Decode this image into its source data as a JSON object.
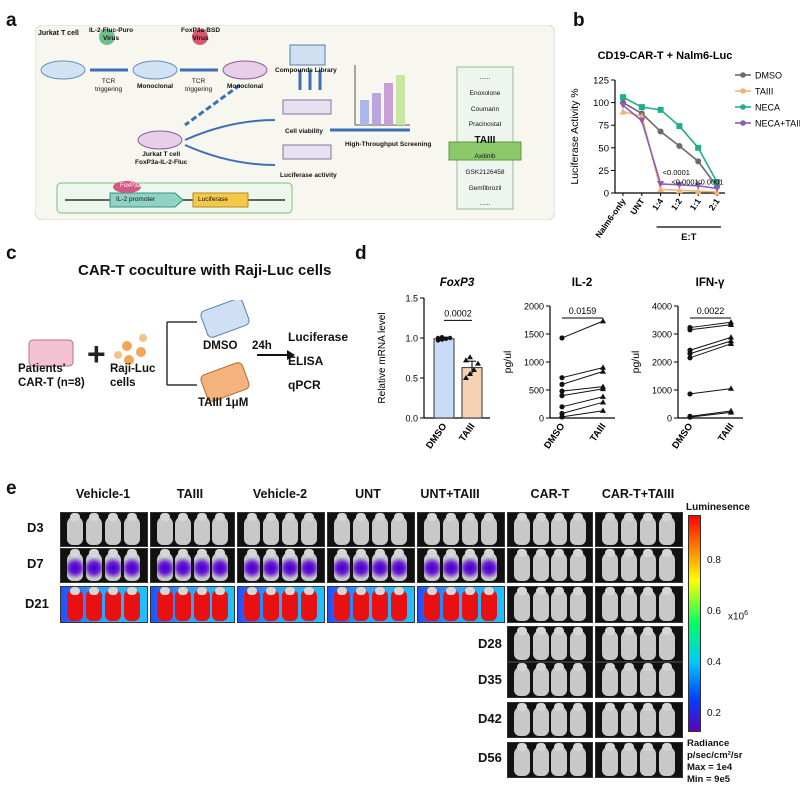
{
  "panel_labels": {
    "a": "a",
    "b": "b",
    "c": "c",
    "d": "d",
    "e": "e"
  },
  "panel_a": {
    "jurkat": "Jurkat T cell",
    "virus1": [
      "IL-2-Fluc-Puro",
      "Virus"
    ],
    "virus2": [
      "FoxP3a-BSD",
      "Virus"
    ],
    "tcr1": [
      "TCR",
      "triggering"
    ],
    "tcr2": [
      "TCR",
      "triggering"
    ],
    "monoclonal1": "Monoclonal",
    "monoclonal2": "Monoclonal",
    "library": "Compounds Library",
    "jurkat2": [
      "Jurkat T cell",
      "FoxP3a-IL-2-Fluc"
    ],
    "cell_viability": "Cell viability",
    "luciferase_activity": "Luciferase activity",
    "hts": "High-Throughput Screening",
    "foxp3a": "FoxP3a",
    "il2_promoter": "IL-2  promoter",
    "luciferase": "Luciferase",
    "compounds": [
      "......",
      "Enoxolone",
      "Coumarin",
      "Pracinostat",
      "TAIII",
      "Axitinib",
      "GSK2126458",
      "Gemfibrozil",
      "......"
    ]
  },
  "chart_data": [
    {
      "type": "line",
      "title": "CD19-CAR-T + Nalm6-Luc",
      "ylabel": "Luciferase Activity %",
      "xlabel": "E:T",
      "categories": [
        "Nalm6-only",
        "UNT",
        "1:4",
        "1:2",
        "1:1",
        "2:1"
      ],
      "ylim": [
        0,
        125
      ],
      "yticks": [
        0,
        25,
        50,
        75,
        100,
        125
      ],
      "legend_position": "right",
      "series": [
        {
          "name": "DMSO",
          "color": "#6b6b6b",
          "values": [
            100,
            88,
            68,
            52,
            35,
            7
          ]
        },
        {
          "name": "TAIII",
          "color": "#f3b27a",
          "values": [
            90,
            85,
            4,
            3,
            2,
            1
          ]
        },
        {
          "name": "NECA",
          "color": "#1fae8a",
          "values": [
            106,
            95,
            92,
            74,
            50,
            12
          ]
        },
        {
          "name": "NECA+TAIII",
          "color": "#8e5bb5",
          "values": [
            97,
            80,
            10,
            9,
            8,
            5
          ]
        }
      ],
      "annotations": [
        "<0.0001",
        "<0.0001",
        "<0.0001"
      ]
    },
    {
      "type": "bar",
      "title": "FoxP3",
      "ylabel": "Relative mRNA level",
      "categories": [
        "DMSO",
        "TAIII"
      ],
      "values": [
        0.99,
        0.63
      ],
      "errors": [
        0.02,
        0.08
      ],
      "points": [
        [
          0.97,
          0.98,
          0.99,
          1.0,
          1.0,
          1.01
        ],
        [
          0.5,
          0.55,
          0.6,
          0.68,
          0.72,
          0.76
        ]
      ],
      "colors": [
        "#c8dcf7",
        "#f6d2b5"
      ],
      "ylim": [
        0,
        1.5
      ],
      "yticks": [
        0.0,
        0.5,
        1.0,
        1.5
      ],
      "pvalue": "0.0002"
    },
    {
      "type": "line",
      "title": "IL-2",
      "ylabel": "pg/ul",
      "categories": [
        "DMSO",
        "TAIII"
      ],
      "ylim": [
        0,
        2000
      ],
      "yticks": [
        0,
        500,
        1000,
        1500,
        2000
      ],
      "pairs": [
        [
          1430,
          1730
        ],
        [
          720,
          900
        ],
        [
          600,
          830
        ],
        [
          480,
          560
        ],
        [
          400,
          520
        ],
        [
          200,
          380
        ],
        [
          80,
          280
        ],
        [
          20,
          130
        ]
      ],
      "pvalue": "0.0159"
    },
    {
      "type": "line",
      "title": "IFN-γ",
      "ylabel": "pg/ul",
      "categories": [
        "DMSO",
        "TAIII"
      ],
      "ylim": [
        0,
        4000
      ],
      "yticks": [
        0,
        1000,
        2000,
        3000,
        4000
      ],
      "pairs": [
        [
          3230,
          3420
        ],
        [
          3150,
          3330
        ],
        [
          2420,
          2880
        ],
        [
          2300,
          2750
        ],
        [
          2150,
          2650
        ],
        [
          860,
          1050
        ],
        [
          60,
          250
        ],
        [
          30,
          200
        ]
      ],
      "pvalue": "0.0022"
    }
  ],
  "panel_c": {
    "title": "CAR-T coculture with Raji-Luc cells",
    "patients": [
      "Patients'",
      "CAR-T (n=8)"
    ],
    "raji": [
      "Raji-Luc",
      "cells"
    ],
    "dmso": "DMSO",
    "taiii": "TAIII  1μM",
    "time": "24h",
    "assays": [
      "Luciferase",
      "ELISA",
      "qPCR"
    ]
  },
  "panel_e": {
    "groups": [
      "Vehicle-1",
      "TAIII",
      "Vehicle-2",
      "UNT",
      "UNT+TAIII",
      "CAR-T",
      "CAR-T+TAIII"
    ],
    "days": [
      "D3",
      "D7",
      "D21",
      "D28",
      "D35",
      "D42",
      "D56"
    ],
    "colorbar": {
      "title": "Luminesence",
      "ticks": [
        "0.8",
        "0.6",
        "0.4",
        "0.2"
      ],
      "unit": "x10",
      "unit_exp": "6"
    },
    "radiance": [
      "Radiance",
      "p/sec/cm²/sr",
      "Max = 1e4",
      "Min  =  9e5"
    ]
  }
}
